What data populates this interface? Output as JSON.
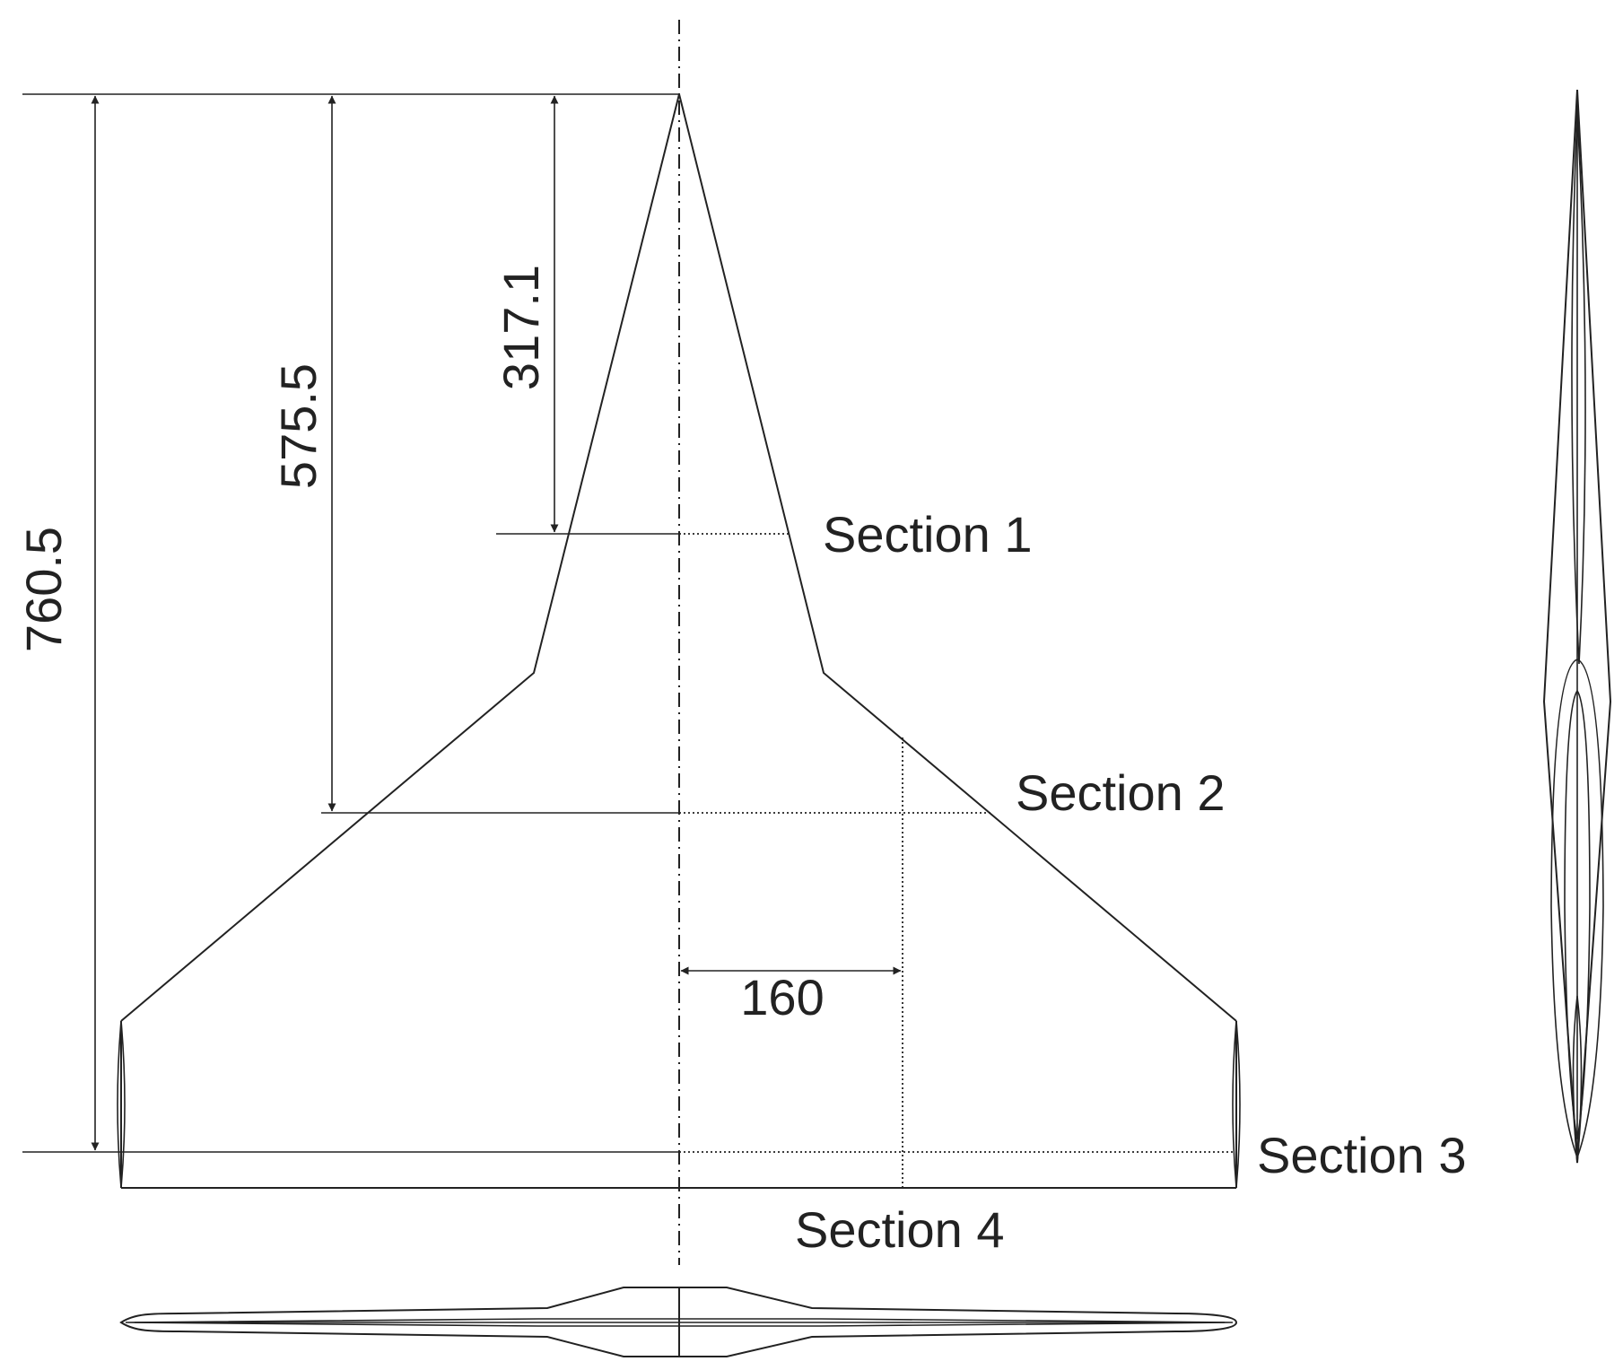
{
  "labels": {
    "section_1": "Section 1",
    "section_2": "Section 2",
    "section_3": "Section 3",
    "section_4": "Section 4"
  },
  "dimensions": {
    "overall_length": "760.5",
    "section_2_distance": "575.5",
    "section_1_distance": "317.1",
    "section_4_offset": "160"
  },
  "colors": {
    "ink": "#222222",
    "background": "#ffffff"
  }
}
